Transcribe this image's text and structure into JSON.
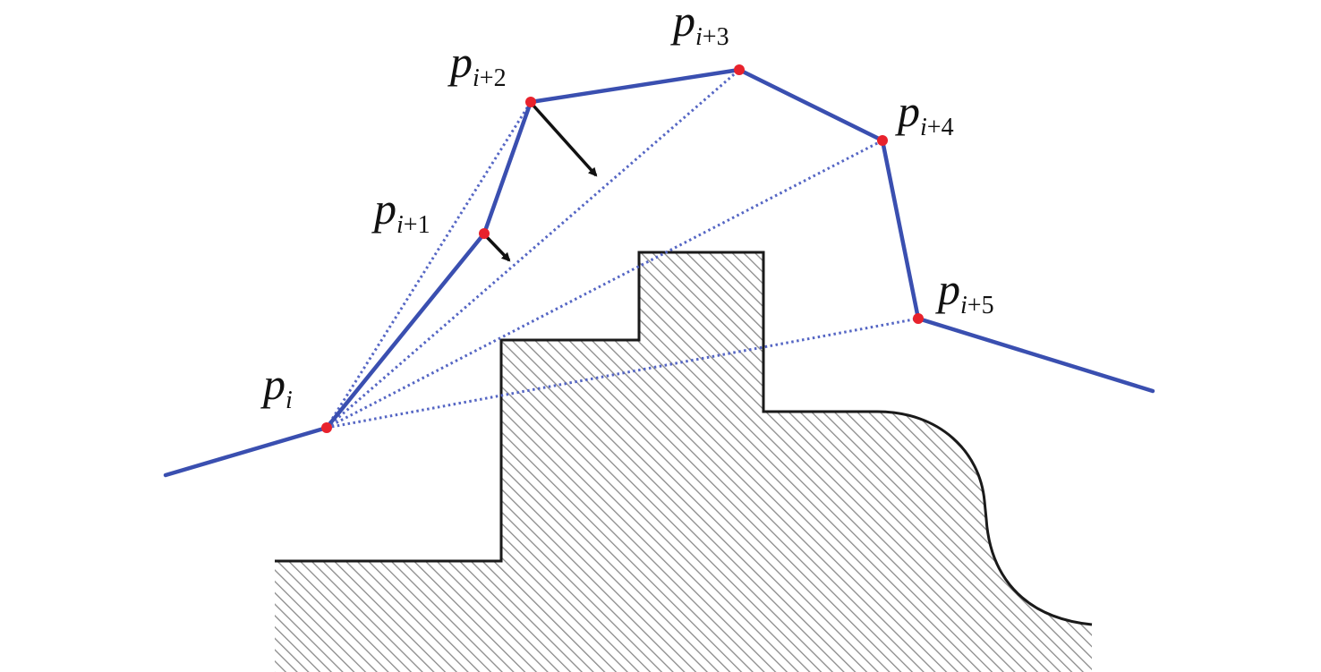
{
  "diagram": {
    "labels": {
      "p0": {
        "base": "p",
        "sub_var": "i",
        "sub_op": ""
      },
      "p1": {
        "base": "p",
        "sub_var": "i",
        "sub_op": "+1"
      },
      "p2": {
        "base": "p",
        "sub_var": "i",
        "sub_op": "+2"
      },
      "p3": {
        "base": "p",
        "sub_var": "i",
        "sub_op": "+3"
      },
      "p4": {
        "base": "p",
        "sub_var": "i",
        "sub_op": "+4"
      },
      "p5": {
        "base": "p",
        "sub_var": "i",
        "sub_op": "+5"
      }
    },
    "colors": {
      "path": "#3a4fb0",
      "sight_line": "#5566c4",
      "point": "#e8222c",
      "obstacle_outline": "#1a1a1a",
      "hatch": "#8a8a8a",
      "arrow": "#111111"
    }
  }
}
